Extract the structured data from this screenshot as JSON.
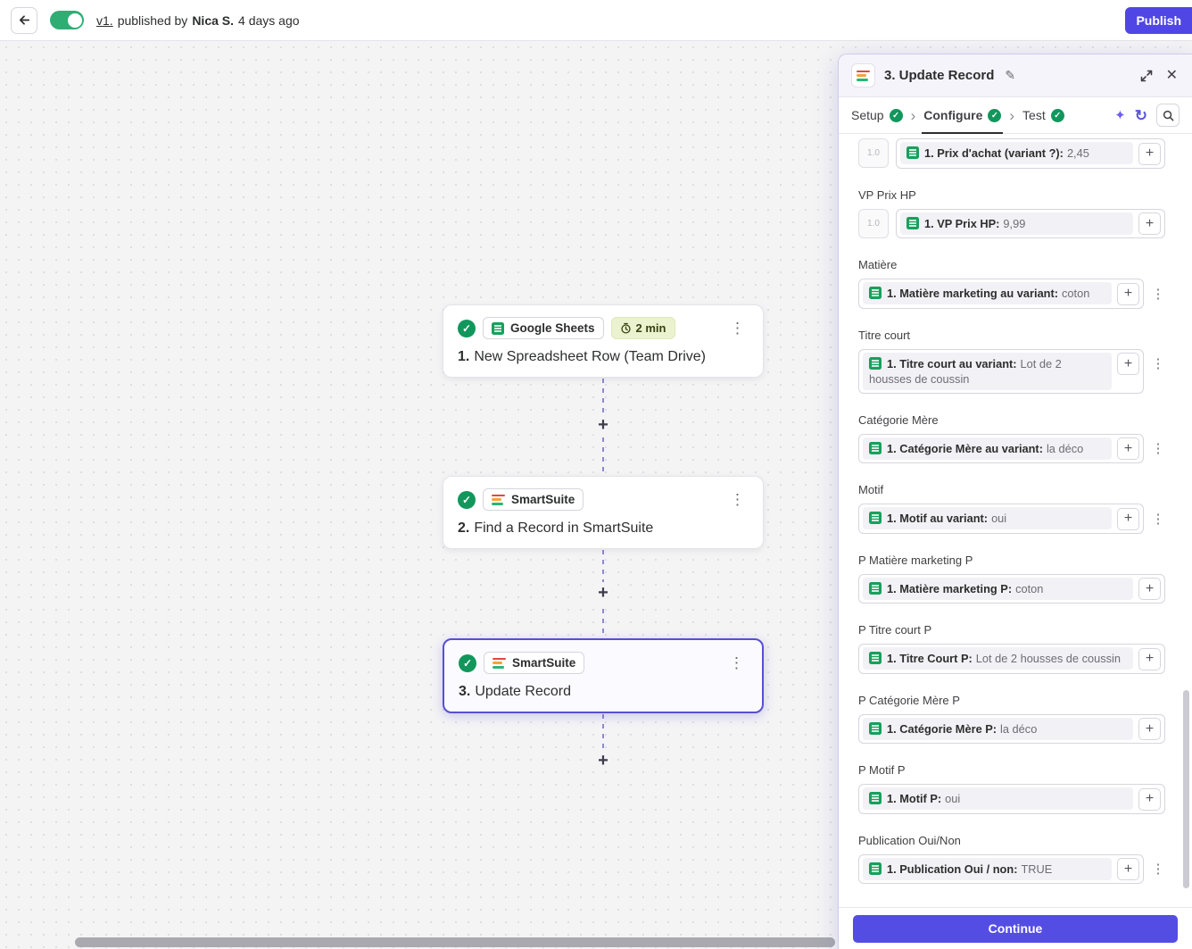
{
  "icons": {
    "check": "✓",
    "close": "✕",
    "plus": "+",
    "dots": "⋮",
    "chevron": "›",
    "pencil": "✎",
    "refresh": "↻",
    "sparkle": "✦"
  },
  "colors": {
    "accent_purple": "#4f46e5",
    "selected_border": "#584fd1",
    "success_green": "#11975c",
    "toggle_green": "#2fae74",
    "duration_badge_bg": "#eaf2cf",
    "canvas_bg": "#f4f4f5"
  },
  "topbar": {
    "version_label": "v1.",
    "published_text": "published by",
    "author": "Nica S.",
    "time_ago": "4 days ago",
    "publish_button": "Publish"
  },
  "canvas": {
    "steps": [
      {
        "num": "1.",
        "title": "New Spreadsheet Row (Team Drive)",
        "app": "Google Sheets",
        "duration_badge": "2 min",
        "selected": false
      },
      {
        "num": "2.",
        "title": "Find a Record in SmartSuite",
        "app": "SmartSuite",
        "selected": false
      },
      {
        "num": "3.",
        "title": "Update Record",
        "app": "SmartSuite",
        "selected": true
      }
    ]
  },
  "panel": {
    "header": {
      "title": "3. Update Record"
    },
    "tabs": [
      {
        "label": "Setup",
        "complete": true,
        "active": false
      },
      {
        "label": "Configure",
        "complete": true,
        "active": true
      },
      {
        "label": "Test",
        "complete": true,
        "active": false
      }
    ],
    "fields": [
      {
        "label": "",
        "prefix": "1.0",
        "token": "1. Prix d'achat (variant ?):",
        "value": "2,45",
        "dots": false
      },
      {
        "label": "VP Prix HP",
        "prefix": "1.0",
        "token": "1. VP Prix HP:",
        "value": "9,99",
        "dots": false
      },
      {
        "label": "Matière",
        "prefix": "",
        "token": "1. Matière marketing au variant:",
        "value": "coton",
        "dots": true
      },
      {
        "label": "Titre court",
        "prefix": "",
        "token": "1. Titre court au variant:",
        "value": "Lot de 2 housses de coussin",
        "dots": true
      },
      {
        "label": "Catégorie Mère",
        "prefix": "",
        "token": "1. Catégorie Mère au variant:",
        "value": "la déco",
        "dots": true
      },
      {
        "label": "Motif",
        "prefix": "",
        "token": "1. Motif au variant:",
        "value": "oui",
        "dots": true
      },
      {
        "label": "P Matière marketing P",
        "prefix": "",
        "token": "1. Matière marketing P:",
        "value": "coton",
        "dots": false
      },
      {
        "label": "P Titre court P",
        "prefix": "",
        "token": "1. Titre Court P:",
        "value": "Lot de 2 housses de coussin",
        "dots": false
      },
      {
        "label": "P Catégorie Mère P",
        "prefix": "",
        "token": "1. Catégorie Mère P:",
        "value": "la déco",
        "dots": false
      },
      {
        "label": "P Motif P",
        "prefix": "",
        "token": "1. Motif P:",
        "value": "oui",
        "dots": false
      },
      {
        "label": "Publication Oui/Non",
        "prefix": "",
        "token": "1. Publication Oui / non:",
        "value": "TRUE",
        "dots": true
      }
    ],
    "continue_button": "Continue"
  }
}
